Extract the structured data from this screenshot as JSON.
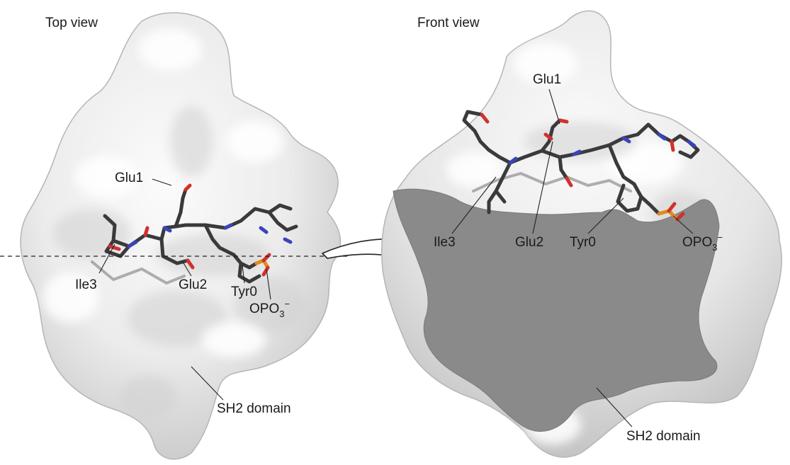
{
  "panels": {
    "top_view": {
      "title": "Top view",
      "labels": {
        "glu1": "Glu1",
        "ile3": "Ile3",
        "glu2": "Glu2",
        "tyr0": "Tyr0",
        "opo3_base": "OPO",
        "opo3_sub": "3",
        "opo3_sup": "−",
        "sh2": "SH2 domain"
      }
    },
    "front_view": {
      "title": "Front view",
      "labels": {
        "glu1": "Glu1",
        "ile3": "Ile3",
        "glu2": "Glu2",
        "tyr0": "Tyr0",
        "opo3_base": "OPO",
        "opo3_sub": "3",
        "opo3_sup": "−",
        "sh2": "SH2 domain"
      }
    }
  },
  "colors": {
    "surface": "#ececec",
    "surface_shade": "#c4c4c4",
    "cut_face": "#8a8a8a",
    "carbon": "#3a3a3c",
    "oxygen": "#d0312d",
    "nitrogen": "#3b44b8",
    "phosphorus": "#e08a1e"
  }
}
